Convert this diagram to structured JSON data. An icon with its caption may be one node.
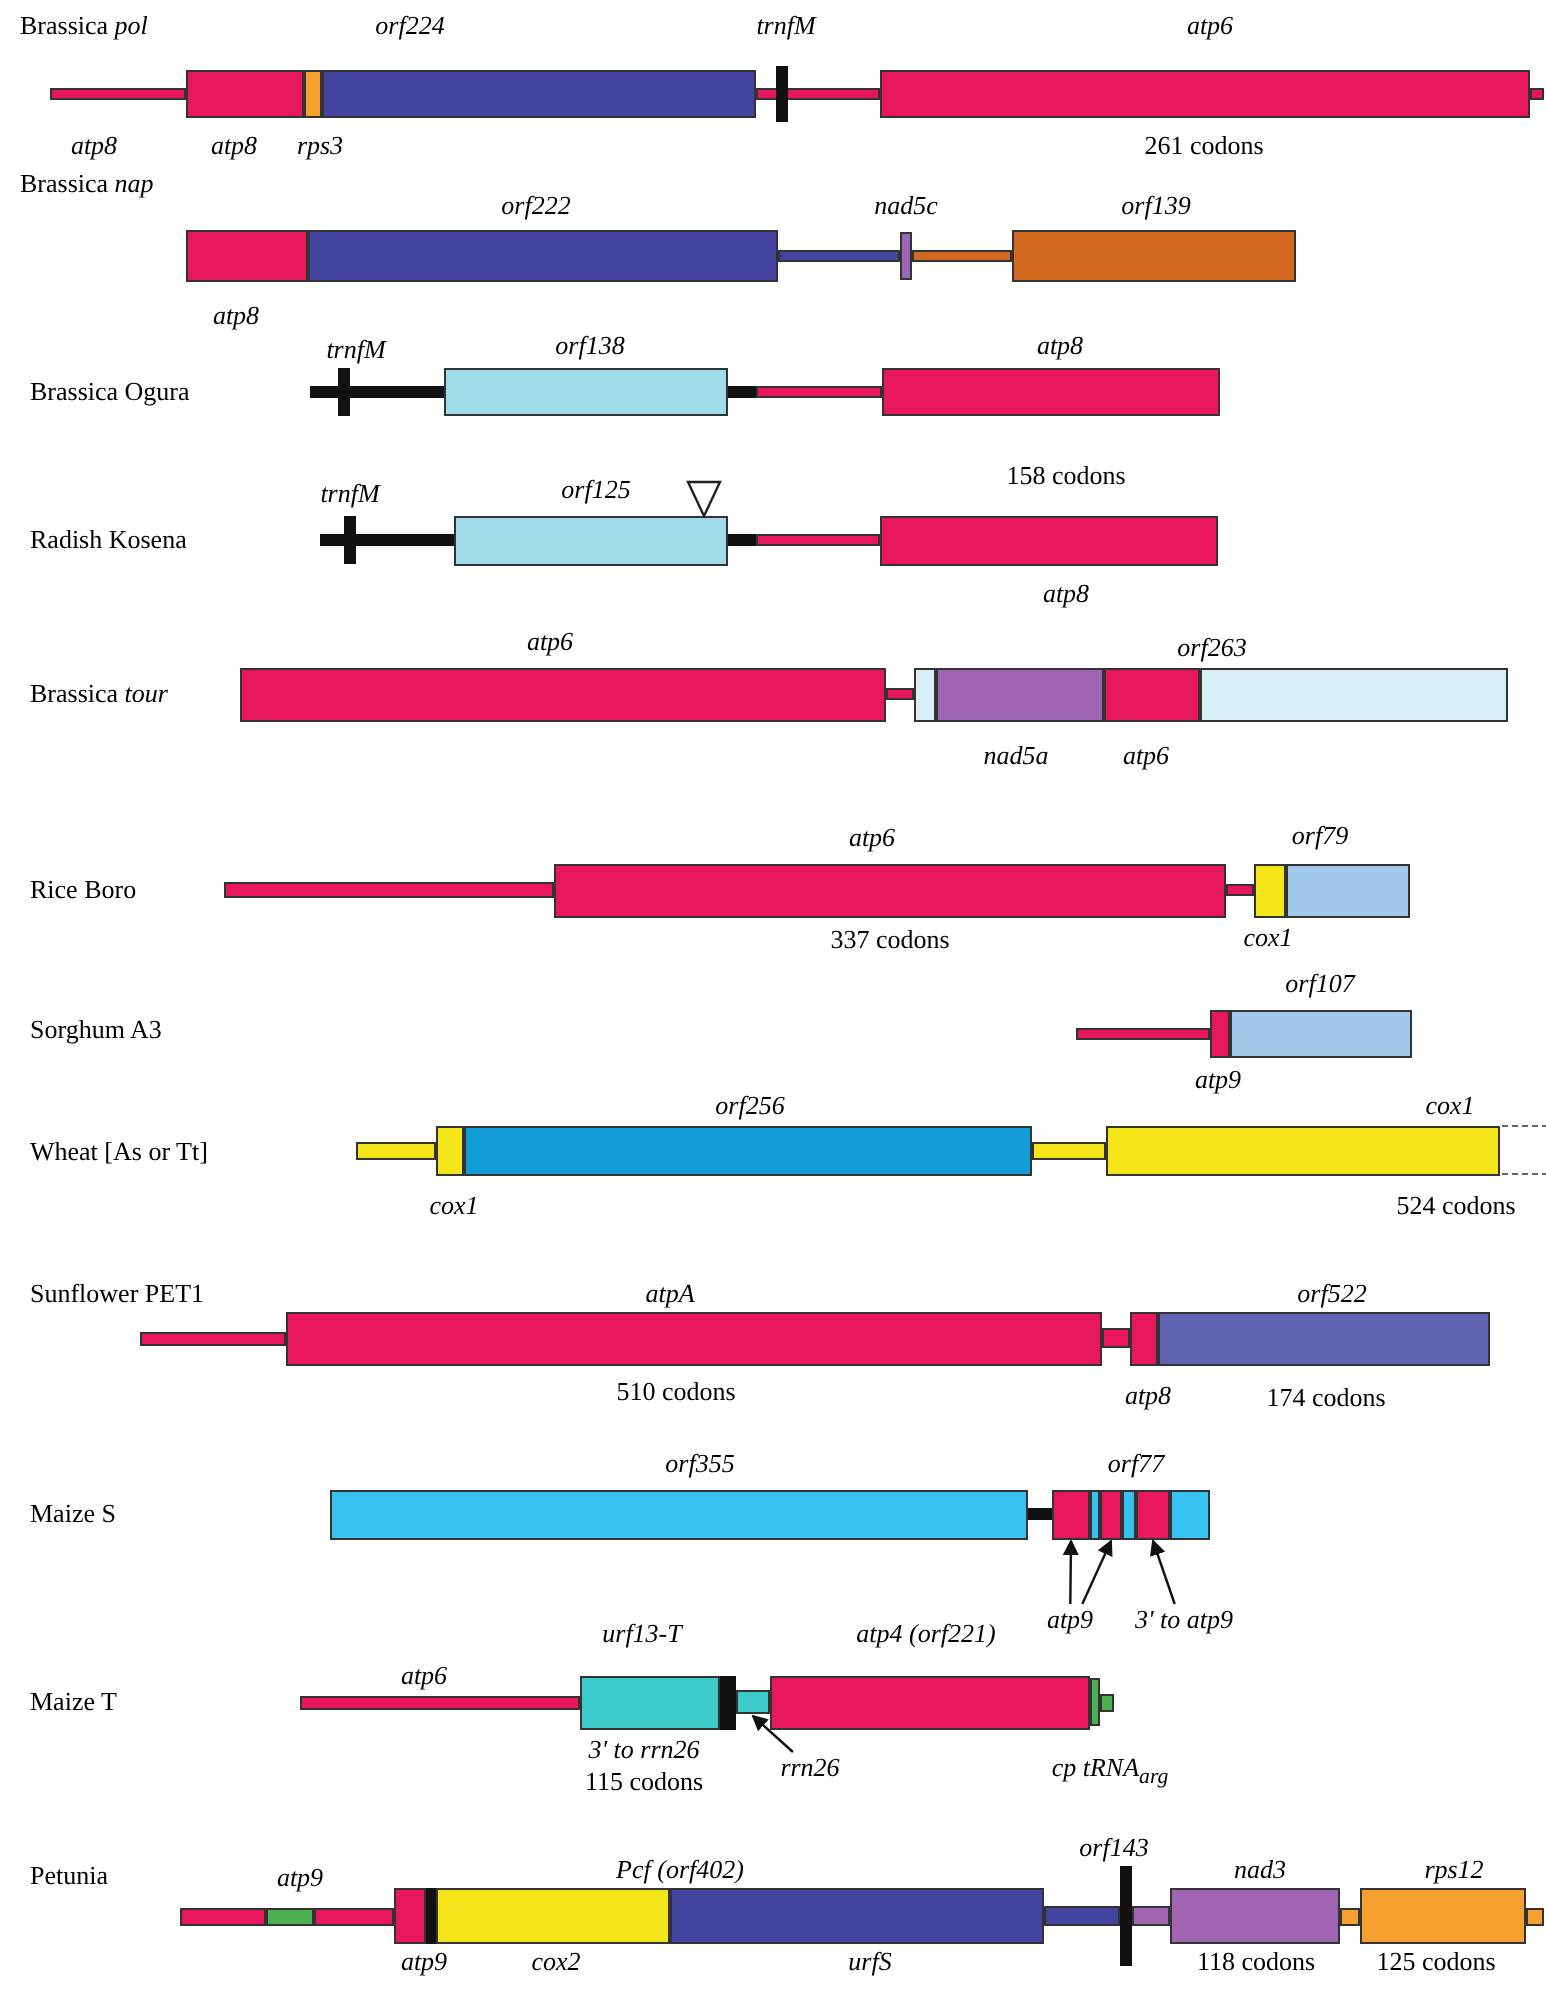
{
  "diagram": {
    "nodes": [
      {
        "text": [],
        "shape": "bar"
      },
      {
        "text": [],
        "shape": "bar"
      },
      {
        "text": [],
        "shape": "bar"
      },
      {
        "text": [
          "atp9"
        ]
      },
      {
        "text": [
          "3' to atp9"
        ]
      },
      {
        "text": [],
        "shape": "bar"
      },
      {
        "text": [
          "rrn26"
        ]
      }
    ],
    "edges": [
      {
        "from": 3,
        "to": 0,
        "arrow": "to"
      },
      {
        "from": 3,
        "to": 1,
        "arrow": "to"
      },
      {
        "from": 4,
        "to": 2,
        "arrow": "to"
      },
      {
        "from": 6,
        "to": 5,
        "arrow": "to"
      }
    ],
    "labels": [
      "Brassica *pol*",
      "orf224",
      "trnfM",
      "atp6",
      "atp8",
      "atp8",
      "rps3",
      "261 codons",
      "Brassica *nap*",
      "orf222",
      "nad5c",
      "orf139",
      "atp8",
      "trnfM",
      "orf138",
      "atp8",
      "Brassica Ogura",
      "158 codons",
      "trnfM",
      "orf125",
      "Radish Kosena",
      "atp8",
      "atp6",
      "orf263",
      "Brassica *tour*",
      "nad5a",
      "atp6",
      "atp6",
      "orf79",
      "Rice Boro",
      "337 codons",
      "cox1",
      "orf107",
      "Sorghum A3",
      "atp9",
      "orf256",
      "cox1",
      "Wheat [As or Tt]",
      "cox1",
      "524 codons",
      "Sunflower PET1",
      "atpA",
      "orf522",
      "510 codons",
      "atp8",
      "174 codons",
      "orf355",
      "orf77",
      "Maize S",
      "atp6",
      "urf13-T",
      "atp4 (orf221)",
      "Maize T",
      "3' to rrn26",
      "115 codons",
      "cp tRNA$_{arg}$",
      "Petunia",
      "atp9",
      "Pcf (orf402)",
      "orf143",
      "nad3",
      "rps12",
      "atp9",
      "cox2",
      "urfS",
      "118 codons",
      "125 codons"
    ]
  }
}
